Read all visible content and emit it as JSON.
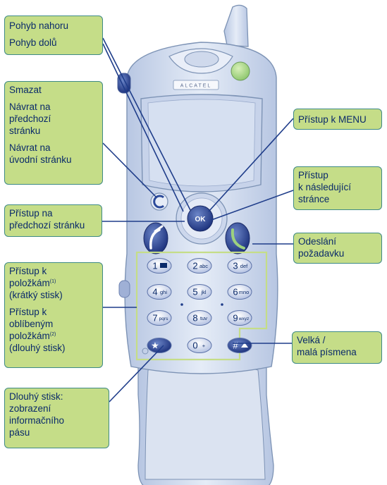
{
  "callouts": {
    "scroll": {
      "up": "Pohyb nahoru",
      "down": "Pohyb dolů"
    },
    "clear": {
      "delete": "Smazat",
      "back_1": "Návrat na",
      "back_2": "předchozí",
      "back_3": "stránku",
      "home_1": "Návrat na",
      "home_2": "úvodní stránku"
    },
    "prev_page": {
      "line1": "Přístup na",
      "line2": "předchozí stránku"
    },
    "menu": {
      "label": "Přístup k MENU"
    },
    "next_page": {
      "line1": "Přístup",
      "line2": "k následující",
      "line3": "stránce"
    },
    "send": {
      "line1": "Odeslání",
      "line2": "požadavku"
    },
    "items": {
      "l1": "Přístup k",
      "l2": "položkám",
      "sup1": "(1)",
      "l3": "(krátký stisk)",
      "l4": "Přístup k",
      "l5": "oblíbeným",
      "l6": "položkám",
      "sup2": "(2)",
      "l7": "(dlouhý stisk)"
    },
    "case": {
      "line1": "Velká /",
      "line2": "malá písmena"
    },
    "info": {
      "line1": "Dlouhý stisk:",
      "line2": "zobrazení",
      "line3": "informačního",
      "line4": "pásu"
    }
  },
  "phone": {
    "brand": "ALCATEL",
    "ok_label": "OK",
    "keys": [
      {
        "digit": "1",
        "letters": ""
      },
      {
        "digit": "2",
        "letters": "abc"
      },
      {
        "digit": "3",
        "letters": "def"
      },
      {
        "digit": "4",
        "letters": "ghi"
      },
      {
        "digit": "5",
        "letters": "jkl"
      },
      {
        "digit": "6",
        "letters": "mno"
      },
      {
        "digit": "7",
        "letters": "pqrs"
      },
      {
        "digit": "8",
        "letters": "tuv"
      },
      {
        "digit": "9",
        "letters": "wxyz"
      },
      {
        "digit": "★",
        "letters": ""
      },
      {
        "digit": "0",
        "letters": "+"
      },
      {
        "digit": "#",
        "letters": ""
      }
    ]
  },
  "colors": {
    "callout_fill": "#c5dd88",
    "callout_border": "#3f8a86",
    "text": "#0a2a6a",
    "phone_outline": "#7d93b5",
    "phone_fill": "#d2dcee",
    "key_fill": "#b9c7e3",
    "keypad_highlight": "#c5dd88"
  },
  "icons": [
    "phone-handset-icon",
    "hang-up-icon",
    "ok-button-icon",
    "clear-button-icon",
    "envelope-icon",
    "shift-arrow-icon",
    "antenna-icon"
  ]
}
